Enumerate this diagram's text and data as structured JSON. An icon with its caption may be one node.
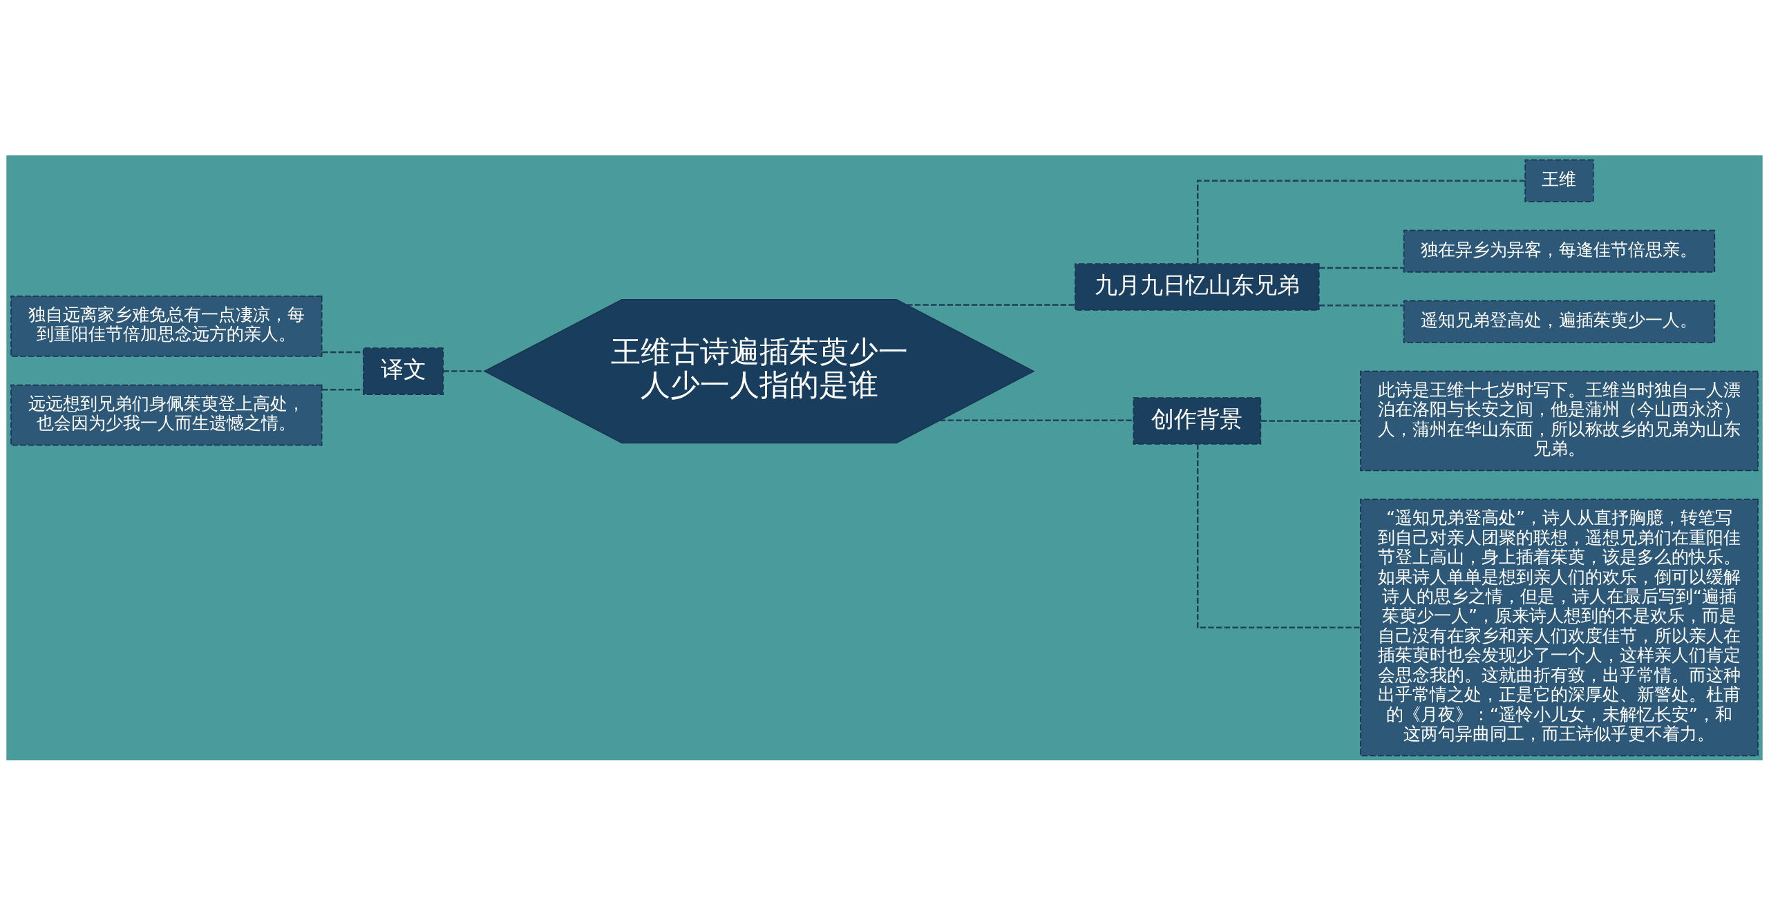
{
  "diagram": {
    "nodes": [
      {
        "text": [
          "王维古诗遍插茱萸少一人少一人指的是谁"
        ]
      },
      {
        "text": [
          "九月九日忆山东兄弟"
        ]
      },
      {
        "text": [
          "王维"
        ]
      },
      {
        "text": [
          "独在异乡为异客，每逢佳节倍思亲。"
        ]
      },
      {
        "text": [
          "遥知兄弟登高处，遍插茱萸少一人。"
        ]
      },
      {
        "text": [
          "创作背景"
        ]
      },
      {
        "text": [
          "此诗是王维十七岁时写下。王维当时独自一人漂泊在洛阳与长安之间，他是蒲州（今山西永济）人，蒲州在华山东面，所以称故乡的兄弟为山东兄弟。"
        ]
      },
      {
        "text": [
          "“遥知兄弟登高处”，诗人从直抒胸臆，转笔写到自己对亲人团聚的联想，遥想兄弟们在重阳佳节登上高山，身上插着茱萸，该是多么的快乐。如果诗人单单是想到亲人们的欢乐，倒可以缓解诗人的思乡之情，但是，诗人在最后写到“遍插茱萸少一人”，原来诗人想到的不是欢乐，而是自己没有在家乡和亲人们欢度佳节，所以亲人在插茱萸时也会发现少了一个人，这样亲人们肯定会思念我的。这就曲折有致，出乎常情。而这种出乎常情之处，正是它的深厚处、新警处。杜甫的《月夜》：“遥怜小儿女，未解忆长安”，和这两句异曲同工，而王诗似乎更不着力。"
        ]
      },
      {
        "text": [
          "译文"
        ]
      },
      {
        "text": [
          "独自远离家乡难免总有一点凄凉，每到重阳佳节倍加思念远方的亲人。"
        ]
      },
      {
        "text": [
          "远远想到兄弟们身佩茱萸登上高处，也会因为少我一人而生遗憾之情。"
        ]
      }
    ],
    "edges": [
      {
        "from": 0,
        "to": 1,
        "arrow": "none"
      },
      {
        "from": 1,
        "to": 2,
        "arrow": "none"
      },
      {
        "from": 1,
        "to": 3,
        "arrow": "none"
      },
      {
        "from": 1,
        "to": 4,
        "arrow": "none"
      },
      {
        "from": 0,
        "to": 5,
        "arrow": "none"
      },
      {
        "from": 5,
        "to": 6,
        "arrow": "none"
      },
      {
        "from": 5,
        "to": 7,
        "arrow": "none"
      },
      {
        "from": 9,
        "to": 8,
        "arrow": "none"
      },
      {
        "from": 10,
        "to": 8,
        "arrow": "none"
      },
      {
        "from": 8,
        "to": 0,
        "arrow": "none"
      }
    ]
  }
}
